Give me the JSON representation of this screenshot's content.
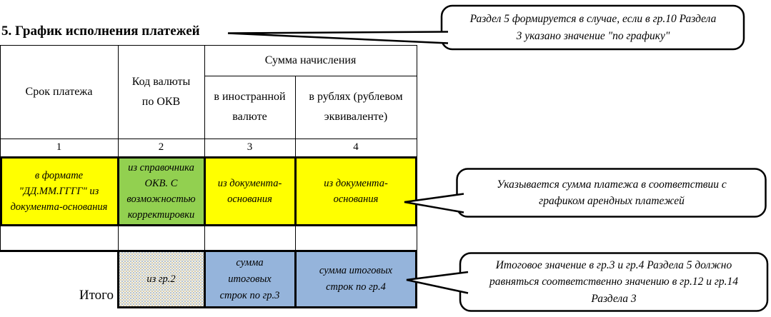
{
  "title": "5. График исполнения платежей",
  "table": {
    "headers": {
      "col1": "Срок платежа",
      "col2": [
        "Код валюты",
        "по ОКВ"
      ],
      "group34": "Сумма начисления",
      "col3": [
        "в иностранной",
        "валюте"
      ],
      "col4": [
        "в рублях (рублевом",
        "эквиваленте)"
      ]
    },
    "numbers": [
      "1",
      "2",
      "3",
      "4"
    ],
    "hints": {
      "col1": [
        "в формате",
        "\"ДД.ММ.ГГГГ\" из",
        "документа-основания"
      ],
      "col2": [
        "из справочника",
        "ОКВ. С",
        "возможностью",
        "корректировки"
      ],
      "col3": [
        "из документа-",
        "основания"
      ],
      "col4": [
        "из документа-",
        "основания"
      ]
    },
    "totals": {
      "label": "Итого",
      "col2": "из гр.2",
      "col3": [
        "сумма",
        "итоговых",
        "строк по гр.3"
      ],
      "col4": [
        "сумма итоговых",
        "строк по гр.4"
      ]
    }
  },
  "callouts": [
    {
      "text": "Раздел 5 формируется в случае, если в гр.10 Раздела 3 указано значение \"по графику\"",
      "lines": [
        "Раздел 5 формируется в случае, если в гр.10 Раздела",
        "3 указано значение \"по графику\""
      ]
    },
    {
      "text": "Указывается сумма платежа в соответствии с графиком арендных платежей",
      "lines": [
        "Указывается сумма платежа в соответствии с",
        "графиком арендных платежей"
      ]
    },
    {
      "text": "Итоговое значение в гр.3 и гр.4 Раздела 5 должно равняться соответственно значению в гр.12 и гр.14 Раздела 3",
      "lines": [
        "Итоговое значение в гр.3 и гр.4 Раздела 5 должно",
        "равняться соответственно значению в гр.12 и гр.14",
        "Раздела 3"
      ]
    }
  ],
  "colors": {
    "hint_yellow": "#FFFF00",
    "hint_green": "#92D050",
    "total_blue": "#95B4DB",
    "total_gray_pattern": "#F1F0E7",
    "border": "#000000"
  }
}
